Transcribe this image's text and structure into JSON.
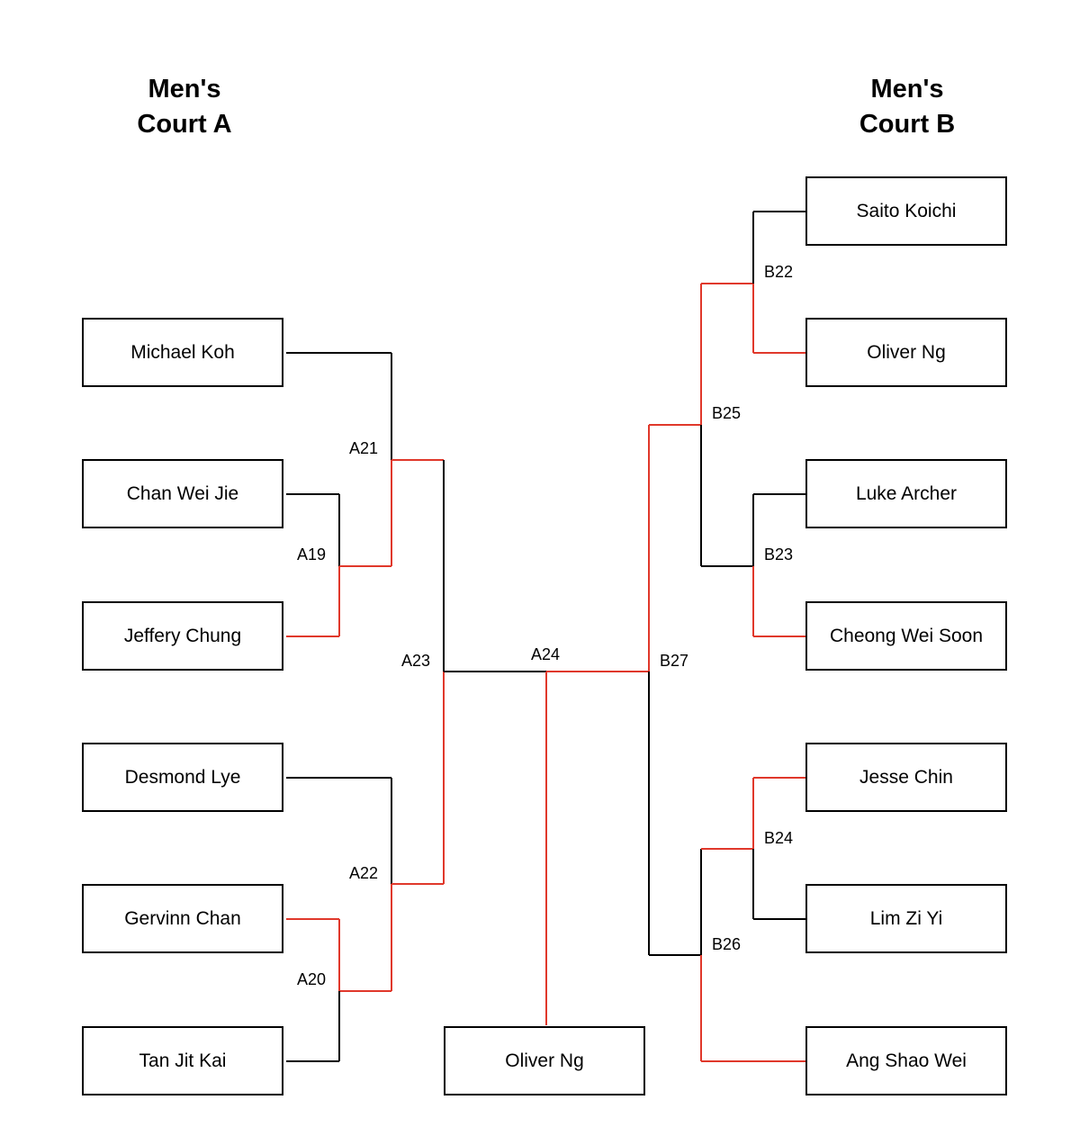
{
  "colors": {
    "normal": "#000000",
    "winner": "#e0382b"
  },
  "courts": [
    {
      "line1": "Men's",
      "line2": "Court A"
    },
    {
      "line1": "Men's",
      "line2": "Court B"
    }
  ],
  "players": {
    "a1": "Michael Koh",
    "a2": "Chan Wei Jie",
    "a3": "Jeffery Chung",
    "a4": "Desmond Lye",
    "a5": "Gervinn Chan",
    "a6": "Tan Jit Kai",
    "b1": "Saito Koichi",
    "b2": "Oliver Ng",
    "b3": "Luke Archer",
    "b4": "Cheong Wei Soon",
    "b5": "Jesse Chin",
    "b6": "Lim Zi Yi",
    "b7": "Ang Shao Wei",
    "champion": "Oliver Ng"
  },
  "matches": {
    "a19": "A19",
    "a20": "A20",
    "a21": "A21",
    "a22": "A22",
    "a23": "A23",
    "a24": "A24",
    "b22": "B22",
    "b23": "B23",
    "b24": "B24",
    "b25": "B25",
    "b26": "B26",
    "b27": "B27"
  }
}
